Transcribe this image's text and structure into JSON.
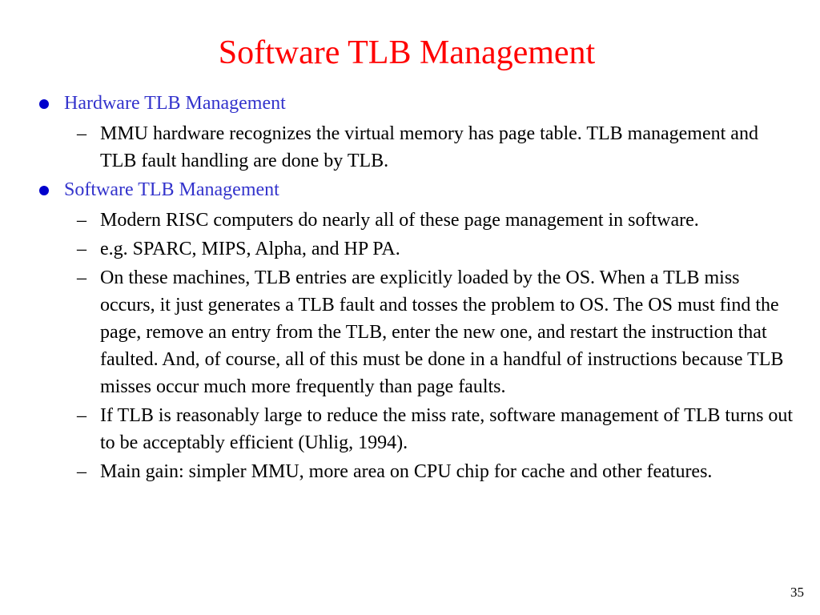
{
  "slide": {
    "title": "Software TLB Management",
    "page_number": "35",
    "colors": {
      "title": "#ff0000",
      "bullet_heading": "#3333cc",
      "bullet_dot": "#0000cc",
      "body_text": "#000000"
    },
    "sections": [
      {
        "heading": "Hardware TLB Management",
        "items": [
          "MMU hardware recognizes the virtual memory has page table. TLB management and TLB fault handling are done by TLB."
        ]
      },
      {
        "heading": "Software TLB Management",
        "items": [
          "Modern RISC computers do nearly all of these page management in software.",
          "e.g. SPARC, MIPS, Alpha, and HP PA.",
          "On these machines, TLB entries are explicitly loaded by the OS. When a TLB miss occurs, it just generates a TLB fault and tosses the problem to OS. The OS must find the page, remove an entry from the TLB, enter the new one, and restart the instruction that faulted. And, of course, all of this must be done in a handful of instructions because TLB misses occur much more frequently than page faults.",
          "If TLB is reasonably large to reduce the miss rate, software management of TLB turns out to be acceptably efficient (Uhlig, 1994).",
          "Main gain: simpler MMU, more area on CPU chip for cache and other features."
        ]
      }
    ]
  }
}
